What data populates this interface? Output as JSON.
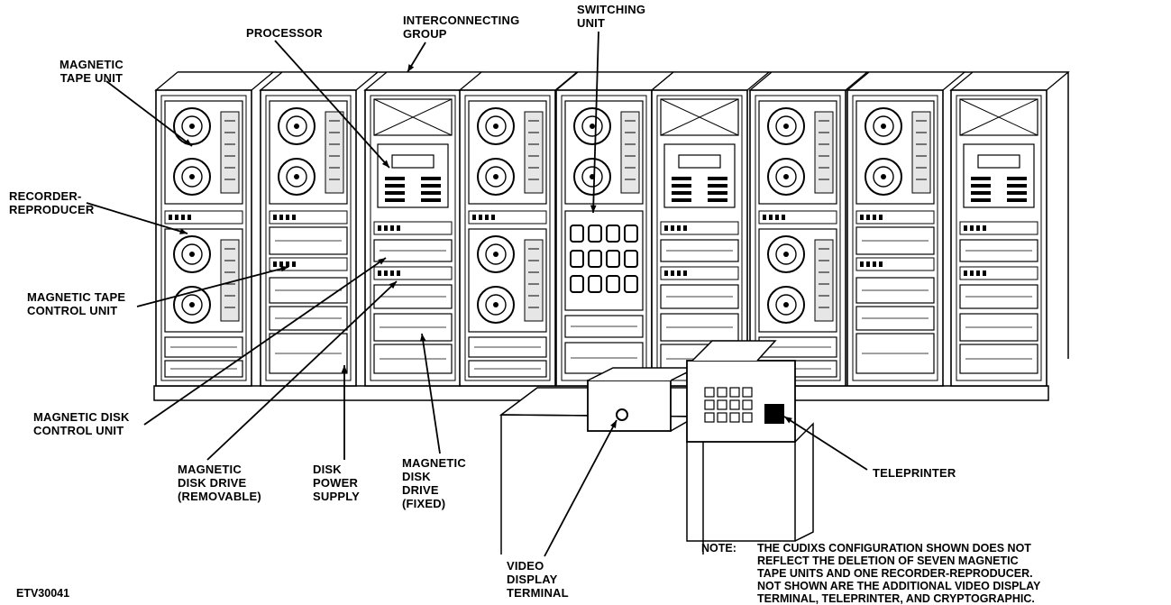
{
  "labels": {
    "processor": "PROCESSOR",
    "interconnecting_group": [
      "INTERCONNECTING",
      "GROUP"
    ],
    "switching_unit": [
      "SWITCHING",
      "UNIT"
    ],
    "magnetic_tape_unit": [
      "MAGNETIC",
      "TAPE UNIT"
    ],
    "recorder_reproducer": [
      "RECORDER-",
      "REPRODUCER"
    ],
    "magnetic_tape_control_unit": [
      "MAGNETIC TAPE",
      "CONTROL UNIT"
    ],
    "magnetic_disk_control_unit": [
      "MAGNETIC DISK",
      "CONTROL UNIT"
    ],
    "magnetic_disk_drive_removable": [
      "MAGNETIC",
      "DISK DRIVE",
      "(REMOVABLE)"
    ],
    "disk_power_supply": [
      "DISK",
      "POWER",
      "SUPPLY"
    ],
    "magnetic_disk_drive_fixed": [
      "MAGNETIC",
      "DISK",
      "DRIVE",
      "(FIXED)"
    ],
    "video_display_terminal": [
      "VIDEO",
      "DISPLAY",
      "TERMINAL"
    ],
    "teleprinter": "TELEPRINTER"
  },
  "note": {
    "heading": "NOTE:",
    "lines": [
      "THE CUDIXS CONFIGURATION SHOWN DOES NOT",
      "REFLECT THE DELETION OF SEVEN MAGNETIC",
      "TAPE UNITS AND ONE RECORDER-REPRODUCER.",
      "NOT SHOWN ARE THE ADDITIONAL VIDEO DISPLAY",
      "TERMINAL, TELEPRINTER, AND CRYPTOGRAPHIC."
    ]
  },
  "figure_code": "ETV30041",
  "colors": {
    "ink": "#000000",
    "paper": "#ffffff",
    "rack_shade": "#e6e6e6"
  }
}
